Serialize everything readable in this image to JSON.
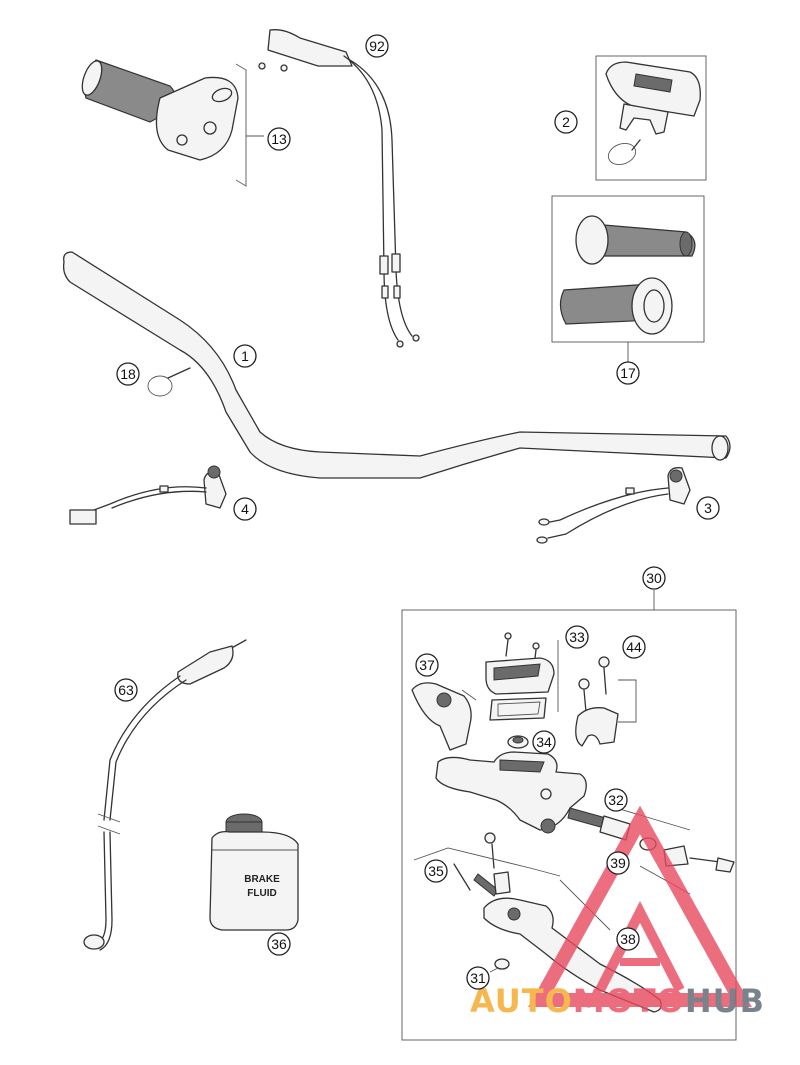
{
  "diagram": {
    "callouts": [
      {
        "id": "c92",
        "label": "92"
      },
      {
        "id": "c13",
        "label": "13"
      },
      {
        "id": "c2",
        "label": "2"
      },
      {
        "id": "c17",
        "label": "17"
      },
      {
        "id": "c1",
        "label": "1"
      },
      {
        "id": "c18",
        "label": "18"
      },
      {
        "id": "c4",
        "label": "4"
      },
      {
        "id": "c3",
        "label": "3"
      },
      {
        "id": "c30",
        "label": "30"
      },
      {
        "id": "c33",
        "label": "33"
      },
      {
        "id": "c44",
        "label": "44"
      },
      {
        "id": "c37",
        "label": "37"
      },
      {
        "id": "c34",
        "label": "34"
      },
      {
        "id": "c63",
        "label": "63"
      },
      {
        "id": "c32",
        "label": "32"
      },
      {
        "id": "c39",
        "label": "39"
      },
      {
        "id": "c35",
        "label": "35"
      },
      {
        "id": "c38",
        "label": "38"
      },
      {
        "id": "c36",
        "label": "36"
      },
      {
        "id": "c31",
        "label": "31"
      }
    ],
    "bottle_label": {
      "line1": "BRAKE",
      "line2": "FLUID"
    },
    "watermark": {
      "part1": "AUTO",
      "part2": "MOTO",
      "part3": "HUB",
      "color1": "#f5a623",
      "color2": "#e84a5f",
      "color3": "#5a6370"
    }
  }
}
